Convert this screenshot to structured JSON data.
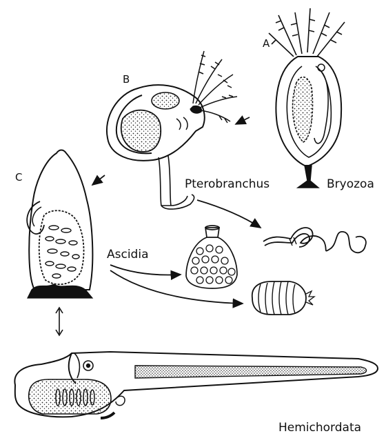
{
  "figure": {
    "letters": {
      "a": "A",
      "b": "B",
      "c": "C"
    },
    "names": {
      "bryozoa": "Bryozoa",
      "pterobranchus": "Pterobranchus",
      "ascidia": "Ascidia",
      "hemichordata": "Hemichordata"
    }
  },
  "style": {
    "ink": "#111111",
    "background": "#ffffff"
  }
}
